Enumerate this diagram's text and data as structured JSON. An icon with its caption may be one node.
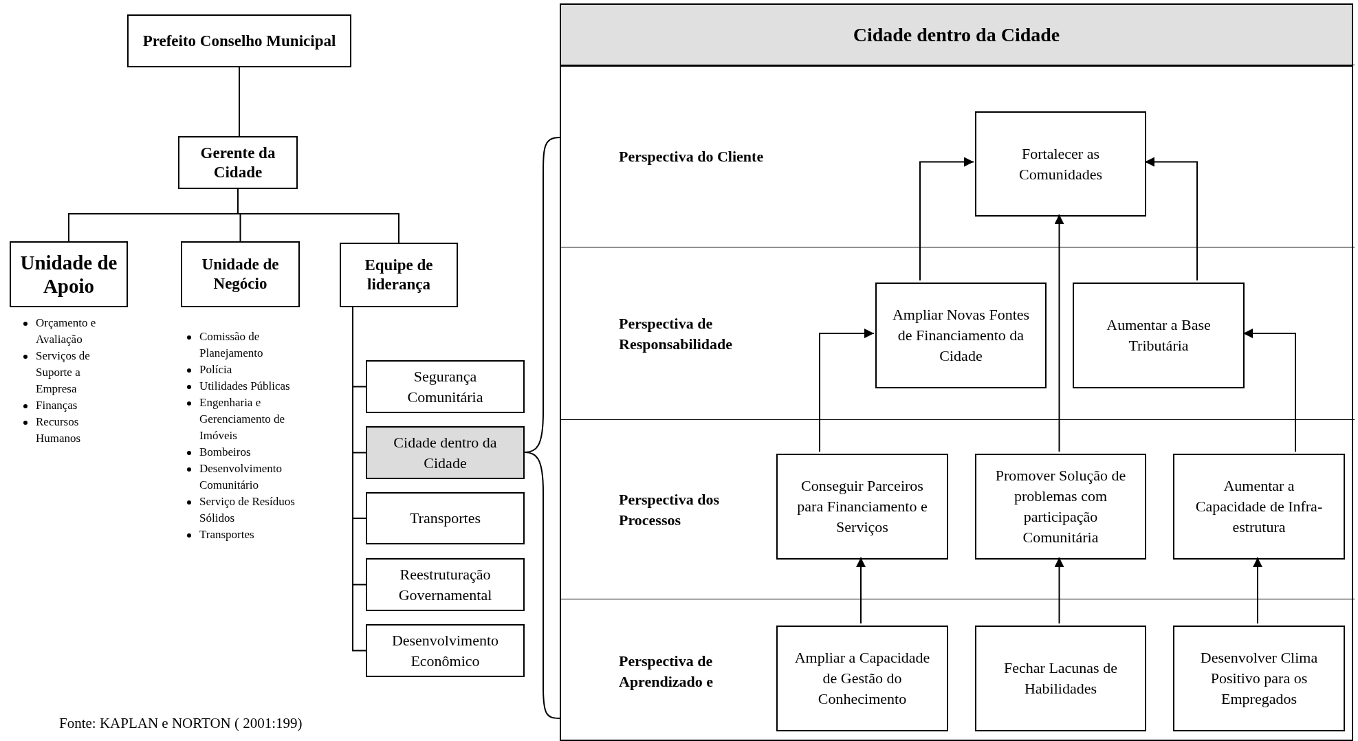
{
  "diagram": {
    "caption": "Fonte: KAPLAN e NORTON  ( 2001:199)",
    "nodes": [
      {
        "text": [
          "Prefeito Conselho Municipal"
        ]
      },
      {
        "text": [
          "Gerente da  Cidade"
        ]
      },
      {
        "text": [
          "Unidade de Apoio"
        ],
        "beside": [
          "Orçamento e Avaliação",
          "Serviços de Suporte a Empresa",
          "Finanças",
          "Recursos Humanos"
        ]
      },
      {
        "text": [
          "Unidade de Negócio"
        ],
        "beside": [
          "Comissão de Planejamento",
          "Polícia",
          "Utilidades Públicas",
          "Engenharia e Gerenciamento de Imóveis",
          "Bombeiros",
          "Desenvolvimento Comunitário",
          "Serviço de Resíduos Sólidos",
          "Transportes"
        ]
      },
      {
        "text": [
          "Equipe de liderança"
        ]
      },
      {
        "text": [
          "Segurança Comunitária"
        ]
      },
      {
        "text": [
          "Cidade dentro da Cidade"
        ]
      },
      {
        "text": [
          "Transportes"
        ]
      },
      {
        "text": [
          "Reestruturação Governamental"
        ]
      },
      {
        "text": [
          "Desenvolvimento Econômico"
        ]
      },
      {
        "text": [
          "Cidade dentro da Cidade"
        ]
      },
      {
        "text": [
          "Perspectiva do Cliente"
        ],
        "in": 10
      },
      {
        "text": [
          "Perspectiva de Responsabilidade"
        ],
        "in": 10
      },
      {
        "text": [
          "Perspectiva dos Processos"
        ],
        "in": 10
      },
      {
        "text": [
          "Perspectiva de Aprendizado e"
        ],
        "in": 10
      },
      {
        "text": [
          "Fortalecer as Comunidades"
        ],
        "in": 11
      },
      {
        "text": [
          "Ampliar Novas Fontes de Financiamento da Cidade"
        ],
        "in": 12
      },
      {
        "text": [
          "Aumentar a Base Tributária"
        ],
        "in": 12
      },
      {
        "text": [
          "Conseguir Parceiros para Financiamento e Serviços"
        ],
        "in": 13
      },
      {
        "text": [
          "Promover Solução de problemas com participação Comunitária"
        ],
        "in": 13
      },
      {
        "text": [
          "Aumentar a Capacidade de Infra-estrutura"
        ],
        "in": 13
      },
      {
        "text": [
          "Ampliar a Capacidade de Gestão do Conhecimento"
        ],
        "in": 14
      },
      {
        "text": [
          "Fechar Lacunas de Habilidades"
        ],
        "in": 14
      },
      {
        "text": [
          "Desenvolver Clima Positivo para os Empregados"
        ],
        "in": 14
      }
    ],
    "edges": [
      {
        "from": 0,
        "to": 1,
        "arrow": "none"
      },
      {
        "from": 1,
        "to": 2,
        "arrow": "none"
      },
      {
        "from": 1,
        "to": 3,
        "arrow": "none"
      },
      {
        "from": 1,
        "to": 4,
        "arrow": "none"
      },
      {
        "from": 4,
        "to": 5,
        "arrow": "none"
      },
      {
        "from": 4,
        "to": 6,
        "arrow": "none"
      },
      {
        "from": 4,
        "to": 7,
        "arrow": "none"
      },
      {
        "from": 4,
        "to": 8,
        "arrow": "none"
      },
      {
        "from": 4,
        "to": 9,
        "arrow": "none"
      },
      {
        "from": 16,
        "to": 15,
        "arrow": "to"
      },
      {
        "from": 17,
        "to": 15,
        "arrow": "to"
      },
      {
        "from": 19,
        "to": 15,
        "arrow": "to"
      },
      {
        "from": 18,
        "to": 16,
        "arrow": "to"
      },
      {
        "from": 20,
        "to": 17,
        "arrow": "to"
      },
      {
        "from": 21,
        "to": 18,
        "arrow": "to"
      },
      {
        "from": 22,
        "to": 19,
        "arrow": "to"
      },
      {
        "from": 23,
        "to": 20,
        "arrow": "to"
      }
    ]
  }
}
